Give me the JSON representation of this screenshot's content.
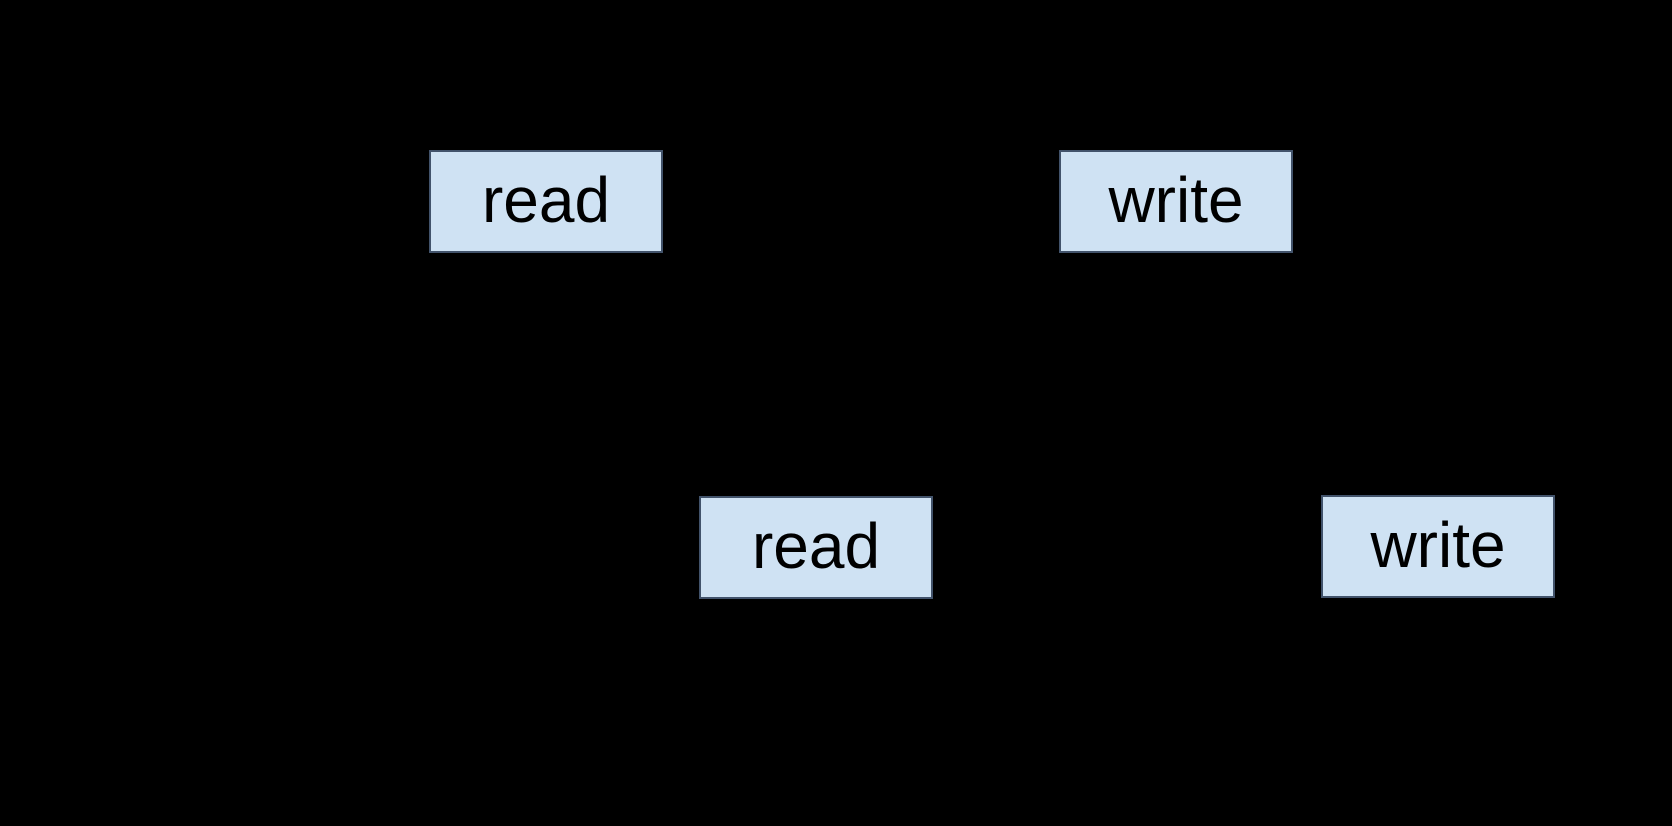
{
  "diagram": {
    "description": "Four operation boxes on a black background (read/write timeline diagram)",
    "background_color": "#000000",
    "box_fill_color": "#cfe2f3",
    "box_border_color": "#42536b",
    "box_text_color": "#000000",
    "boxes": [
      {
        "id": "read-top",
        "label": "read"
      },
      {
        "id": "write-top",
        "label": "write"
      },
      {
        "id": "read-bottom",
        "label": "read"
      },
      {
        "id": "write-bottom",
        "label": "write"
      }
    ]
  }
}
